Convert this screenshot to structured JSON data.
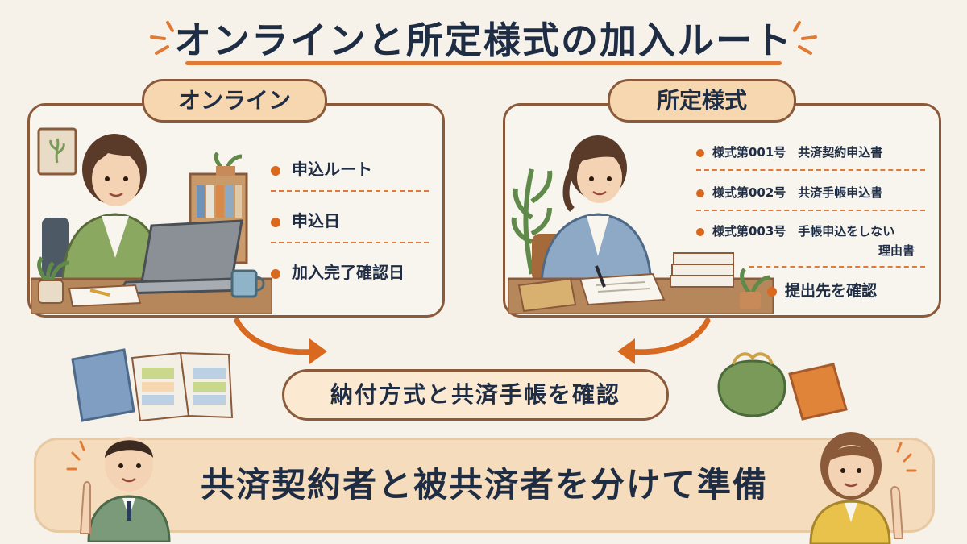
{
  "title": "オンラインと所定様式の加入ルート",
  "online": {
    "tag": "オンライン",
    "items": [
      "申込ルート",
      "申込日",
      "加入完了確認日"
    ]
  },
  "form": {
    "tag": "所定様式",
    "items": [
      "様式第001号　共済契約申込書",
      "様式第002号　共済手帳申込書",
      "様式第003号　手帳申込をしない",
      "理由書"
    ],
    "submit": "提出先を確認"
  },
  "middle": "納付方式と共済手帳を確認",
  "banner": "共済契約者と被共済者を分けて準備",
  "colors": {
    "accent": "#e07a34",
    "border": "#8a5a3a",
    "navy": "#1f2d44",
    "tag_bg": "#f6d7b0",
    "banner_bg": "#f5dcbc"
  }
}
